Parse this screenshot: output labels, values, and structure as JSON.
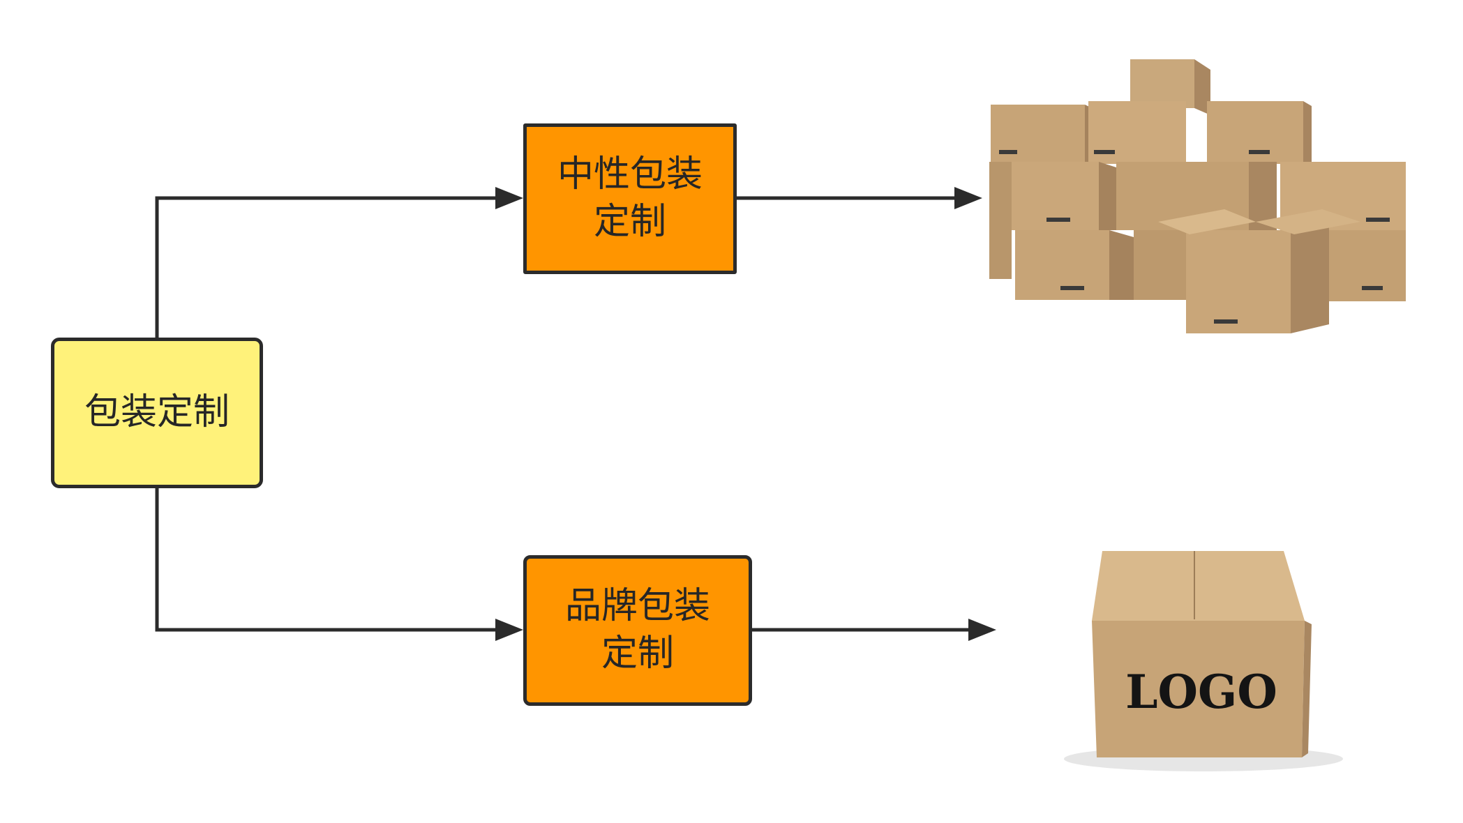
{
  "nodes": {
    "root": "包装定制",
    "neutral": "中性包装\n定制",
    "brand": "品牌包装\n定制"
  },
  "illustrations": {
    "brand_box_label": "LOGO"
  },
  "colors": {
    "root_fill": "#fff27a",
    "process_fill": "#ff9500",
    "line": "#2b2b2b",
    "cardboard": "#c9a57a"
  }
}
